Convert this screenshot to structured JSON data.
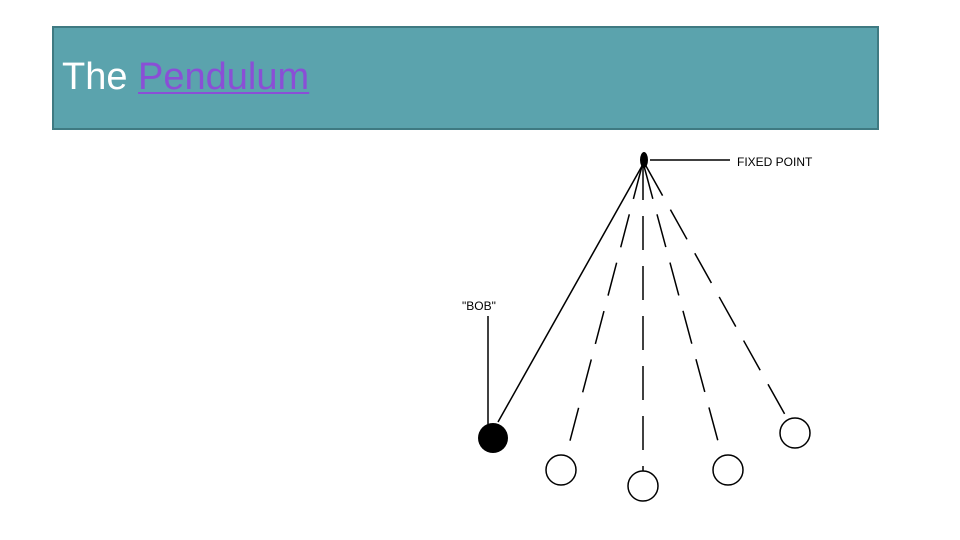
{
  "slide": {
    "title_prefix": "The",
    "title_link": "Pendulum"
  },
  "diagram": {
    "fixed_point_label": "FIXED POINT",
    "bob_label": "\"BOB\"",
    "colors": {
      "title_bar": "#5ba3ad",
      "link": "#8a4fd6",
      "lines": "#000000",
      "bob_active": "#000000",
      "bob_ghost": "#ffffff"
    }
  }
}
